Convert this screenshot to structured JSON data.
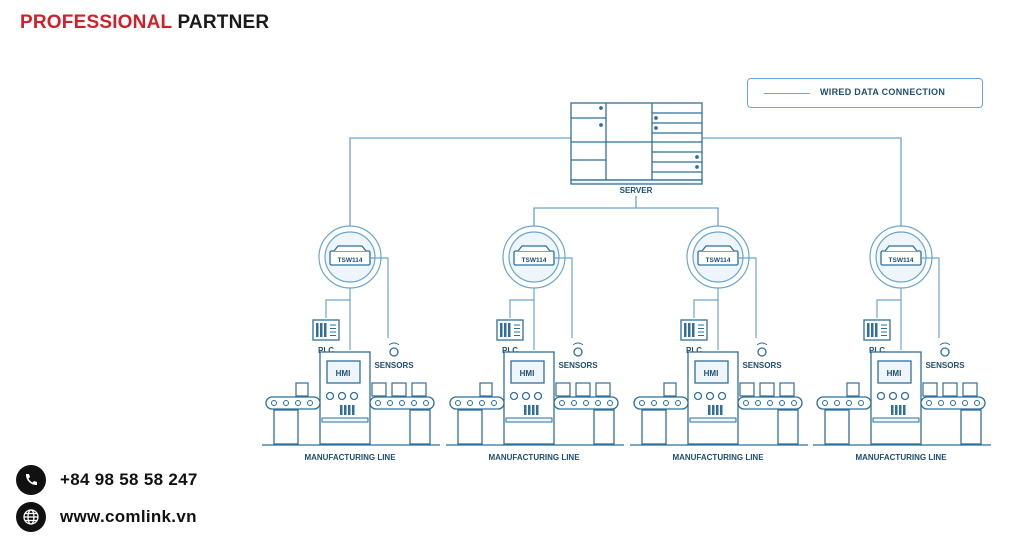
{
  "header": {
    "brand_red": "PROFESSIONAL",
    "brand_dark": "PARTNER"
  },
  "legend": {
    "label": "WIRED DATA CONNECTION"
  },
  "diagram": {
    "server_label": "SERVER",
    "switch_label": "TSW114",
    "plc_label": "PLC",
    "hmi_label": "HMI",
    "sensors_label": "SENSORS",
    "line_label": "MANUFACTURING LINE",
    "colors": {
      "line": "#6aa6cf",
      "stroke": "#2f6f99",
      "text": "#1f4e6e",
      "fill": "#eef6fb"
    }
  },
  "contact": {
    "phone": "+84 98 58 58 247",
    "website": "www.comlink.vn",
    "phone_icon": "phone-icon",
    "web_icon": "globe-icon"
  }
}
